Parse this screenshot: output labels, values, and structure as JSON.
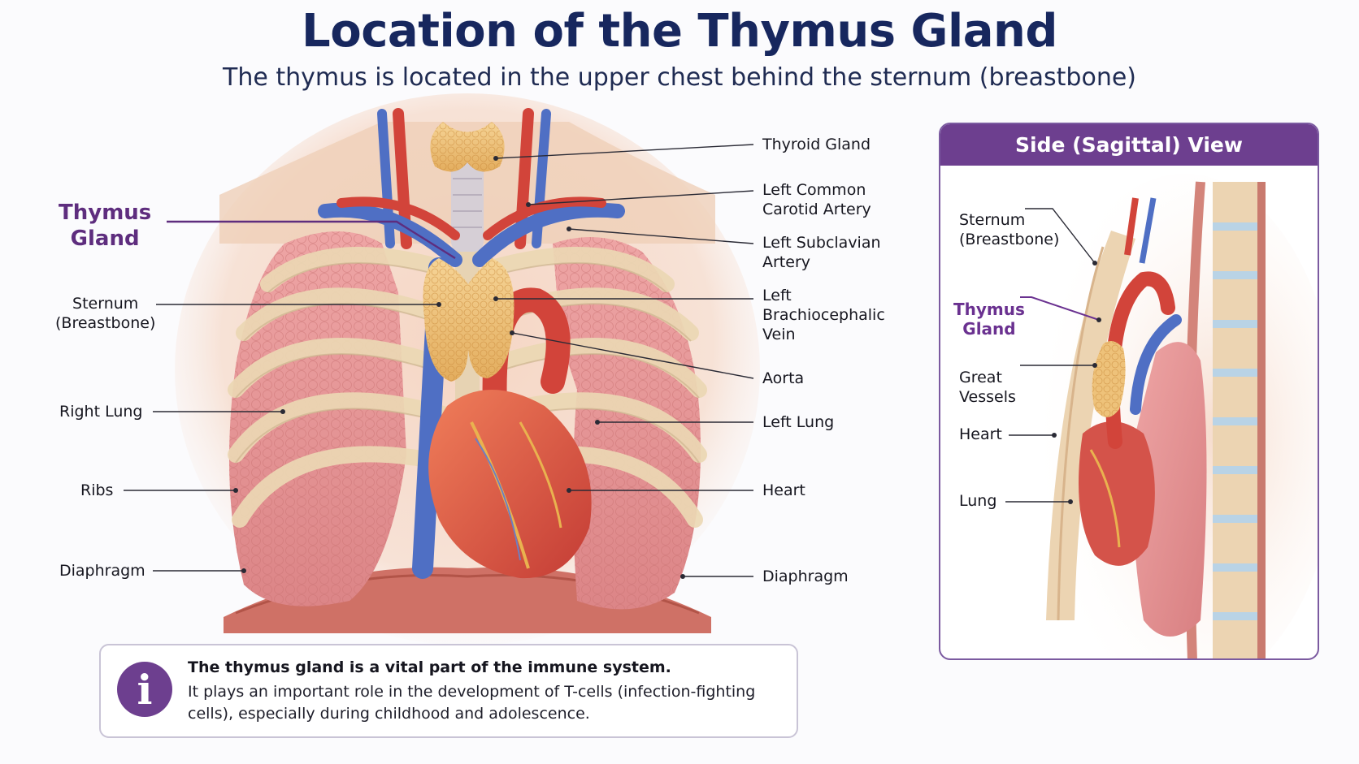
{
  "title": "Location of the Thymus Gland",
  "subtitle": "The thymus is located in the upper chest behind the sternum (breastbone)",
  "front_labels": {
    "thymus_gland": "Thymus\nGland",
    "sternum": "Sternum\n(Breastbone)",
    "right_lung": "Right Lung",
    "ribs": "Ribs",
    "diaphragm_left": "Diaphragm",
    "thyroid_gland": "Thyroid Gland",
    "left_common_carotid": "Left Common\nCarotid Artery",
    "left_subclavian": "Left Subclavian\nArtery",
    "left_brachiocephalic": "Left\nBrachiocephalic\nVein",
    "aorta": "Aorta",
    "left_lung": "Left Lung",
    "heart": "Heart",
    "diaphragm_right": "Diaphragm"
  },
  "side_view": {
    "header": "Side (Sagittal) View",
    "sternum": "Sternum\n(Breastbone)",
    "thymus": "Thymus\nGland",
    "great_vessels": "Great\nVessels",
    "heart": "Heart",
    "lung": "Lung"
  },
  "info": {
    "icon": "info-icon",
    "bold": "The thymus gland is a vital part of the immune system.",
    "text": "It plays an important role in the development of T-cells (infection-fighting cells), especially during childhood and adolescence."
  },
  "colors": {
    "title": "#17275e",
    "accent_purple": "#6d3f8f",
    "thymus": "#eec27a",
    "lung": "#e69a9c",
    "heart": "#d9534a",
    "artery": "#d2443a",
    "vein": "#4f6fc4",
    "bone": "#f1dfc0"
  }
}
